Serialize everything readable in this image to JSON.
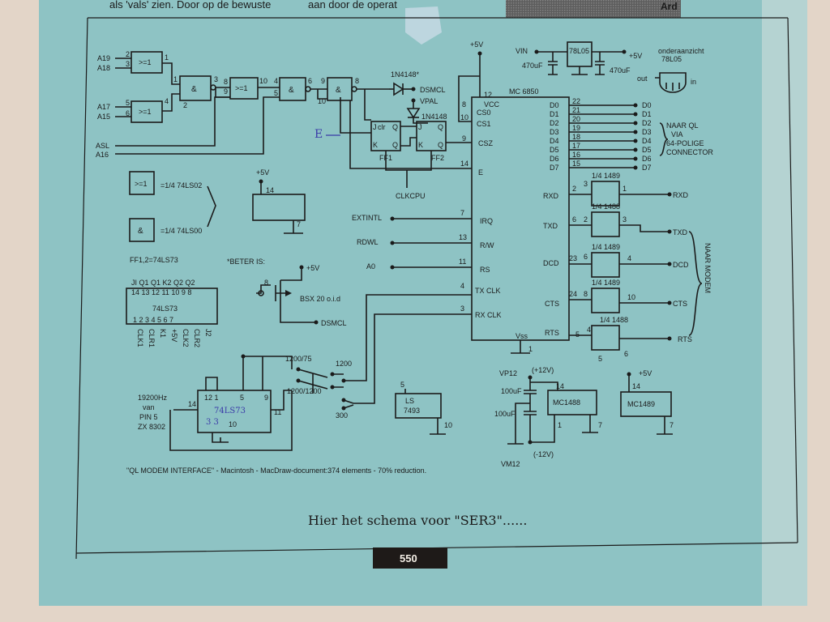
{
  "header": {
    "line_left": "als 'vals' zien. Door op de bewuste",
    "line_mid": "aan door de operat",
    "line_right": "Ard"
  },
  "address_inputs": {
    "a19": "A19",
    "a18": "A18",
    "a17": "A17",
    "a15": "A15",
    "asl": "ASL",
    "a16": "A16"
  },
  "gates": {
    "nor_symbol": ">=1",
    "and_symbol": "&"
  },
  "pins": {
    "g1_in_a": "2",
    "g1_in_b": "3",
    "g1_out": "1",
    "g2_in_a": "5",
    "g2_in_b": "6",
    "g2_out": "4",
    "g3_in_a": "1",
    "g3_in_b": "2",
    "g3_out": "3",
    "g4_in_a": "8",
    "g4_in_b": "9",
    "g4_out": "10",
    "g5_in_a": "4",
    "g5_in_b": "5",
    "g5_out": "6",
    "g6_in_a": "9",
    "g6_in_b": "10",
    "g6_out": "8"
  },
  "diodes": {
    "d1": "1N4148*",
    "d2": "1N4148",
    "dsmcl": "DSMCL",
    "vpal": "VPAL"
  },
  "flipflops": {
    "ff1": "FF1",
    "ff2": "FF2",
    "j": "J",
    "k": "K",
    "q": "Q",
    "qbar": "Q",
    "clr": "clr",
    "clkcpu": "CLKCPU",
    "e_hand": "E"
  },
  "acia": {
    "name": "MC 6850",
    "vcc_label": "+5V",
    "vcc_pin": "12",
    "vcc": "VCC",
    "cs0_pin": "8",
    "cs0": "CS0",
    "cs1_pin": "10",
    "cs1": "CS1",
    "csz_pin": "9",
    "csz": "CSZ",
    "e_pin": "14",
    "e": "E",
    "irq_pin": "7",
    "irq": "IRQ",
    "rw_pin": "13",
    "rw": "R/W",
    "rs_pin": "11",
    "rs": "RS",
    "txclk_pin": "4",
    "txclk": "TX CLK",
    "rxclk_pin": "3",
    "rxclk": "RX CLK",
    "vss": "Vss",
    "vss_pin": "1",
    "rxd": "RXD",
    "txd": "TXD",
    "dcd": "DCD",
    "cts": "CTS",
    "rts": "RTS"
  },
  "databus": {
    "names": [
      "D0",
      "D1",
      "D2",
      "D3",
      "D4",
      "D5",
      "D6",
      "D7"
    ],
    "pins": [
      "22",
      "21",
      "20",
      "19",
      "18",
      "17",
      "16",
      "15"
    ],
    "annotation": [
      "NAAR QL",
      "VIA",
      "64-POLIGE",
      "CONNECTOR"
    ]
  },
  "bus_signals": {
    "extintl": "EXTINTL",
    "rdwl": "RDWL",
    "a0": "A0"
  },
  "modem_side": {
    "rxd": "RXD",
    "txd": "TXD",
    "dcd": "DCD",
    "cts": "CTS",
    "rts": "RTS",
    "naar_modem": "NAAR MODEM",
    "b1489": "1/4 1489",
    "b1488": "1/4 1488",
    "rxd_pins": [
      "2",
      "3",
      "1"
    ],
    "txd_pins": [
      "6",
      "2",
      "3"
    ],
    "dcd_pins": [
      "23",
      "6",
      "4"
    ],
    "cts_pins": [
      "24",
      "8",
      "10"
    ],
    "rts_pins": [
      "5",
      "4",
      "6",
      "5"
    ]
  },
  "regulator": {
    "vin": "VIN",
    "ic": "78L05",
    "vout": "+5V",
    "cap": "470uF",
    "view_label": "onderaanzicht",
    "view_ic": "78L05",
    "out": "out",
    "in": "in"
  },
  "legend": {
    "nor_desc": "=1/4 74LS02",
    "and_desc": "=1/4 74LS00",
    "ff_desc": "FF1,2=74LS73",
    "pkg_top": "JI  Q1  Q1  K2  Q2  Q2",
    "pkg_top_pins": "14 13 12 11 10 9 8",
    "pkg_name": "74LS73",
    "pkg_bot_pins": "1  2  3  4  5  6  7",
    "pkg_bot_names": [
      "CLK1",
      "CLR1",
      "K1",
      "+5V",
      "CLK2",
      "CLR2",
      "J2"
    ],
    "supply_plus": "+5V",
    "supply_pin_a": "14",
    "supply_pin_b": "7"
  },
  "transistor": {
    "beter": "*BETER IS:",
    "vcc": "+5V",
    "pin": "8",
    "type": "BSX 20 o.i.d",
    "out": "DSMCL"
  },
  "divider": {
    "clk_a": "19200Hz",
    "clk_b": "van",
    "clk_c": "PIN 5",
    "clk_d": "ZX 8302",
    "pin14": "14",
    "pins_top": "12 1",
    "pin5": "5",
    "pin9": "9",
    "pin11": "11",
    "pin10": "10",
    "hand_a": "74LS73",
    "hand_b": "3 3",
    "sw_a": "1200/75",
    "sw_b": "1200",
    "sw_c": "1200/1200",
    "sw_d": "300"
  },
  "ls7493": {
    "pin5": "5",
    "line1": "LS",
    "line2": "7493",
    "pin10": "10"
  },
  "mc1488": {
    "vp12": "VP12",
    "plus12": "(+12V)",
    "cap1": "100uF",
    "cap2": "100uF",
    "pin14": "14",
    "name": "MC1488",
    "pin1": "1",
    "pin7": "7",
    "minus12": "(-12V)",
    "vm12": "VM12"
  },
  "mc1489": {
    "vcc": "+5V",
    "pin14": "14",
    "name": "MC1489",
    "pin7": "7"
  },
  "caption": "\"QL MODEM INTERFACE\" - Macintosh - MacDraw-document:374 elements - 70% reduction.",
  "footer": {
    "title": "Hier het schema voor \"SER3\"......",
    "page": "550"
  }
}
